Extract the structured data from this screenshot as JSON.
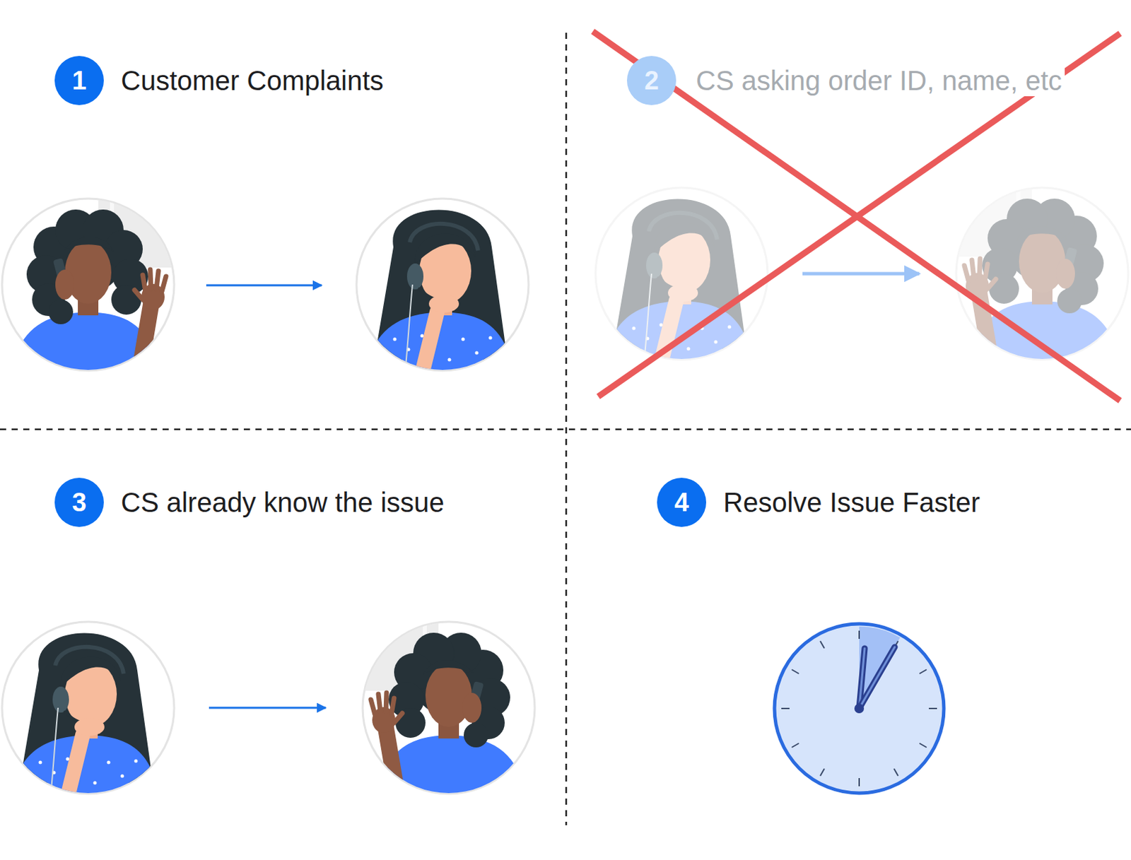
{
  "diagram": {
    "nodes": [
      {
        "text": [
          "1",
          "Customer Complaints"
        ]
      },
      {
        "text": [
          "2",
          "CS asking order ID, name, etc"
        ]
      },
      {
        "text": [
          "3",
          "CS already know the issue"
        ]
      },
      {
        "text": [
          "4",
          "Resolve Issue Faster"
        ]
      }
    ]
  }
}
